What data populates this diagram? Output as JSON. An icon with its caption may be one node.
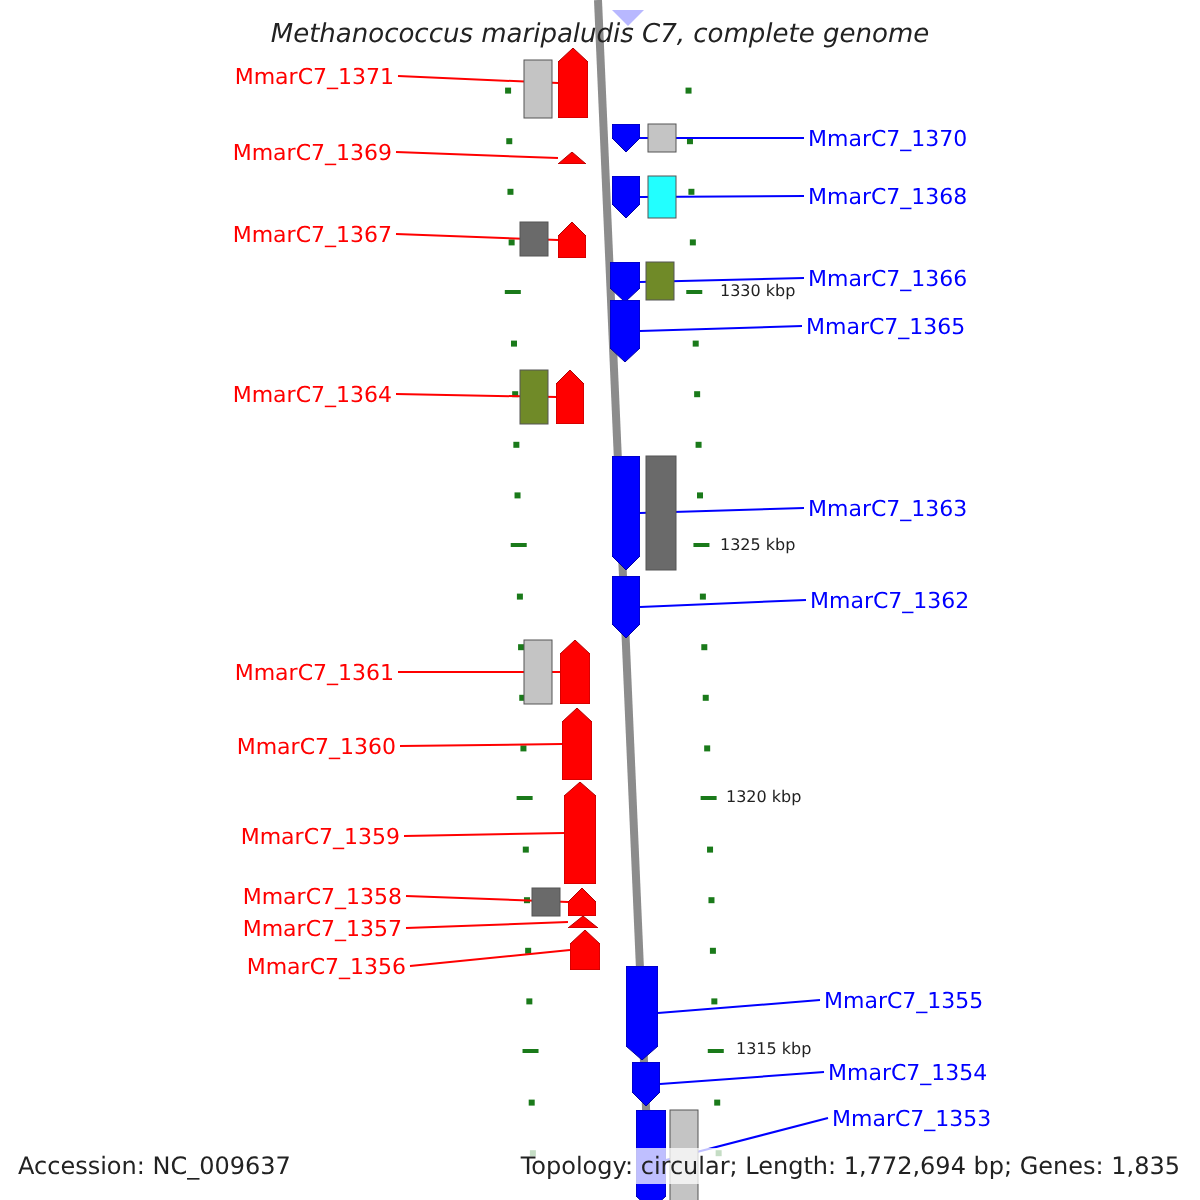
{
  "diagram": {
    "title": "Methanococcus maripaludis C7, complete genome",
    "nodes": [
      {
        "text": [
          "MmarC7_1371"
        ]
      },
      {
        "text": [],
        "shape": "arrow"
      },
      {
        "text": [
          "MmarC7_1370"
        ]
      },
      {
        "text": [],
        "shape": "arrow"
      },
      {
        "text": [
          "MmarC7_1369"
        ]
      },
      {
        "text": [],
        "shape": "arrow"
      },
      {
        "text": [
          "MmarC7_1368"
        ]
      },
      {
        "text": [],
        "shape": "arrow"
      },
      {
        "text": [
          "MmarC7_1367"
        ]
      },
      {
        "text": [],
        "shape": "arrow"
      },
      {
        "text": [
          "MmarC7_1366"
        ]
      },
      {
        "text": [],
        "shape": "arrow"
      },
      {
        "text": [
          "MmarC7_1365"
        ]
      },
      {
        "text": [],
        "shape": "arrow"
      },
      {
        "text": [
          "MmarC7_1364"
        ]
      },
      {
        "text": [],
        "shape": "arrow"
      },
      {
        "text": [
          "MmarC7_1363"
        ]
      },
      {
        "text": [],
        "shape": "arrow"
      },
      {
        "text": [
          "MmarC7_1362"
        ]
      },
      {
        "text": [],
        "shape": "arrow"
      },
      {
        "text": [
          "MmarC7_1361"
        ]
      },
      {
        "text": [],
        "shape": "arrow"
      },
      {
        "text": [
          "MmarC7_1360"
        ]
      },
      {
        "text": [],
        "shape": "arrow"
      },
      {
        "text": [
          "MmarC7_1359"
        ]
      },
      {
        "text": [],
        "shape": "arrow"
      },
      {
        "text": [
          "MmarC7_1358"
        ]
      },
      {
        "text": [],
        "shape": "arrow"
      },
      {
        "text": [
          "MmarC7_1357"
        ]
      },
      {
        "text": [],
        "shape": "arrow"
      },
      {
        "text": [
          "MmarC7_1356"
        ]
      },
      {
        "text": [],
        "shape": "arrow"
      },
      {
        "text": [
          "MmarC7_1355"
        ]
      },
      {
        "text": [],
        "shape": "arrow"
      },
      {
        "text": [
          "MmarC7_1354"
        ]
      },
      {
        "text": [],
        "shape": "arrow"
      },
      {
        "text": [
          "MmarC7_1353"
        ]
      },
      {
        "text": [],
        "shape": "arrow"
      }
    ],
    "edges": [
      {
        "from": 0,
        "to": 1,
        "arrow": "none"
      },
      {
        "from": 2,
        "to": 3,
        "arrow": "none",
        "color": "#0000ff"
      },
      {
        "from": 4,
        "to": 5,
        "arrow": "none"
      },
      {
        "from": 6,
        "to": 7,
        "arrow": "none",
        "color": "#0000ff"
      },
      {
        "from": 8,
        "to": 9,
        "arrow": "none"
      },
      {
        "from": 10,
        "to": 11,
        "arrow": "none",
        "color": "#0000ff"
      },
      {
        "from": 12,
        "to": 13,
        "arrow": "none",
        "color": "#0000ff"
      },
      {
        "from": 14,
        "to": 15,
        "arrow": "none"
      },
      {
        "from": 16,
        "to": 17,
        "arrow": "none",
        "color": "#0000ff"
      },
      {
        "from": 18,
        "to": 19,
        "arrow": "none",
        "color": "#0000ff"
      },
      {
        "from": 20,
        "to": 21,
        "arrow": "none"
      },
      {
        "from": 22,
        "to": 23,
        "arrow": "none"
      },
      {
        "from": 24,
        "to": 25,
        "arrow": "none"
      },
      {
        "from": 26,
        "to": 27,
        "arrow": "none"
      },
      {
        "from": 28,
        "to": 29,
        "arrow": "none"
      },
      {
        "from": 30,
        "to": 31,
        "arrow": "none"
      },
      {
        "from": 32,
        "to": 33,
        "arrow": "none",
        "color": "#0000ff"
      },
      {
        "from": 34,
        "to": 35,
        "arrow": "none",
        "color": "#0000ff"
      },
      {
        "from": 36,
        "to": 37,
        "arrow": "none",
        "color": "#0000ff"
      }
    ],
    "labels": [
      "1330 kbp",
      "1325 kbp",
      "1320 kbp",
      "1315 kbp",
      "Accession: NC_009637",
      "Topology: circular; Length: 1,772,694 bp; Genes: 1,835"
    ]
  }
}
